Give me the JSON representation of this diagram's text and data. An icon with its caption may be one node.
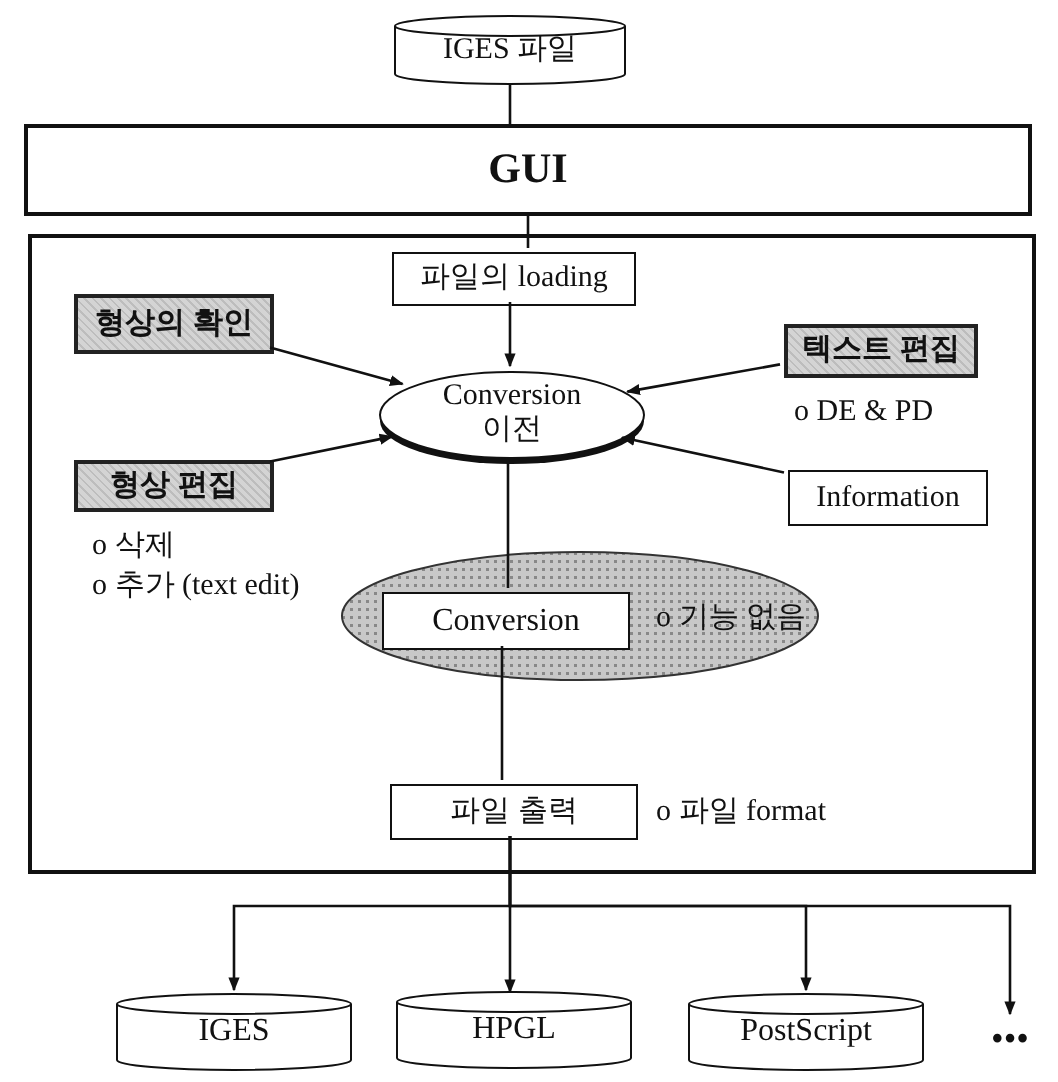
{
  "diagram": {
    "nodes": [
      {
        "text": [
          "IGES 파일"
        ]
      },
      {
        "text": [
          "GUI"
        ]
      },
      {
        "text": [],
        "shape": "box"
      },
      {
        "text": [
          "파일의 loading"
        ],
        "in": 2
      },
      {
        "text": [
          "형상의 확인"
        ],
        "in": 2
      },
      {
        "text": [
          "텍스트 편집"
        ],
        "in": 2,
        "beside": [
          "o DE & PD"
        ]
      },
      {
        "text": [
          "Conversion 이전"
        ],
        "in": 2
      },
      {
        "text": [
          "형상 편집"
        ],
        "in": 2,
        "beside": [
          "o 삭제",
          "o 추가 (text edit)"
        ]
      },
      {
        "text": [
          "Information"
        ],
        "in": 2
      },
      {
        "text": [
          "o 기능 없음"
        ],
        "in": 2
      },
      {
        "text": [
          "Conversion"
        ],
        "in": 9
      },
      {
        "text": [
          "파일 출력"
        ],
        "in": 2,
        "beside": [
          "o 파일 format"
        ]
      },
      {
        "text": [
          "IGES"
        ]
      },
      {
        "text": [
          "HPGL"
        ]
      },
      {
        "text": [
          "PostScript"
        ]
      },
      {
        "text": [
          "•••"
        ]
      }
    ],
    "edges": [
      {
        "from": 0,
        "to": 1,
        "arrow": "none"
      },
      {
        "from": 1,
        "to": 3,
        "arrow": "none"
      },
      {
        "from": 3,
        "to": 6,
        "arrow": "to"
      },
      {
        "from": 4,
        "to": 6,
        "arrow": "to"
      },
      {
        "from": 5,
        "to": 6,
        "arrow": "to"
      },
      {
        "from": 7,
        "to": 6,
        "arrow": "to"
      },
      {
        "from": 8,
        "to": 6,
        "arrow": "to"
      },
      {
        "from": 6,
        "to": 10,
        "arrow": "none"
      },
      {
        "from": 10,
        "to": 11,
        "arrow": "none"
      },
      {
        "from": 11,
        "to": 12,
        "arrow": "to"
      },
      {
        "from": 11,
        "to": 13,
        "arrow": "to"
      },
      {
        "from": 11,
        "to": 14,
        "arrow": "to"
      },
      {
        "from": 11,
        "to": 15,
        "arrow": "to"
      }
    ]
  }
}
